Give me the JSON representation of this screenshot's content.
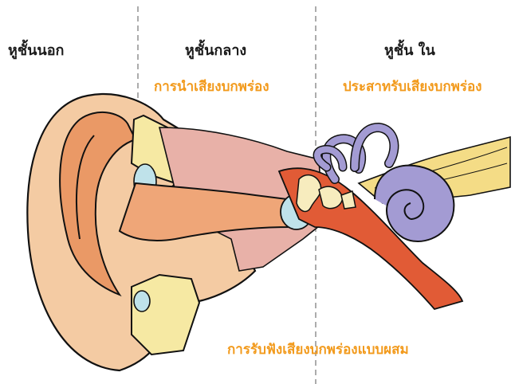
{
  "section_titles": {
    "outer": "หูชั้นนอก",
    "middle": "หูชั้นกลาง",
    "inner": "หูชั้น ใน"
  },
  "function_labels": {
    "middle": "การนำเสียงบกพร่อง",
    "inner": "ประสาทรับเสียงบกพร่อง",
    "mixed": "การรับฟังเสียงบกพร่องแบบผสม"
  },
  "colors": {
    "accent_orange": "#f29a1c",
    "title_text": "#1b1b1b",
    "skin": "#f4cba3",
    "skin_dark": "#ea9966",
    "cartilage_yellow": "#f6e9a3",
    "eardrum_blue": "#bfe2ea",
    "cavity_pink": "#e8b1a8",
    "tube_red": "#e15b36",
    "cochlea_purple": "#a39bd3",
    "nerve_yellow": "#f4dc86",
    "ossicle_cream": "#f7ecbe"
  },
  "icons": [
    "ear-anatomy-illustration",
    "cochlea-icon",
    "ossicles-icon",
    "auditory-nerve-icon"
  ]
}
